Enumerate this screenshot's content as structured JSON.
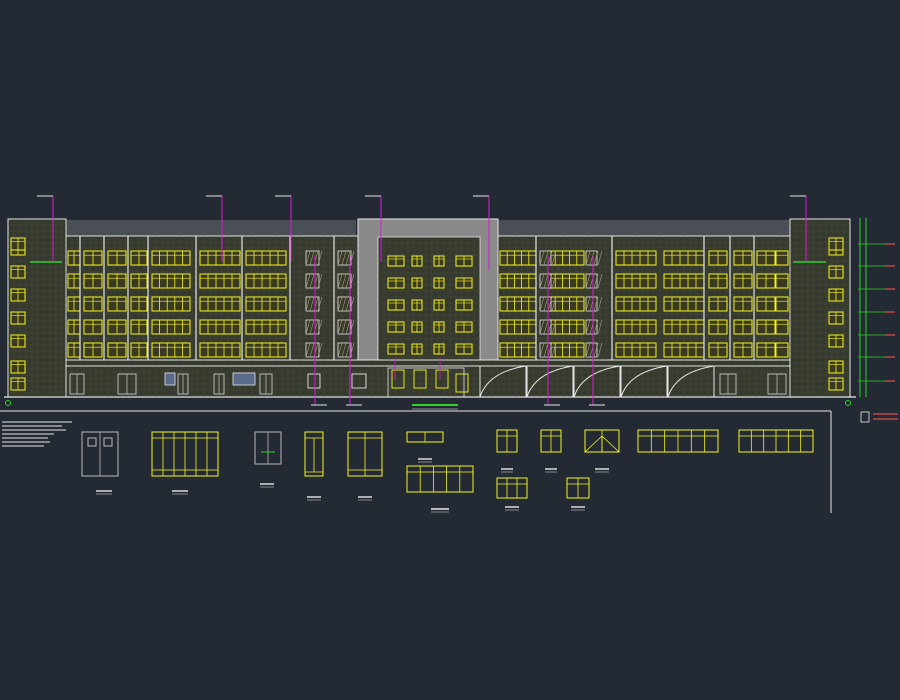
{
  "colors": {
    "background": "#242a33",
    "outline": "#e6e6e6",
    "wall": "#363a2e",
    "wall_grid": "#4a4e3f",
    "window": "#f5f51c",
    "window_fill": "#3a3a22",
    "leader": "#d81ad8",
    "roof": "#4a4e55",
    "core_band": "#8a8a8a",
    "green": "#2cd12c",
    "red_mark": "#e04a4a",
    "door": "#b8b8b8",
    "glass_hatch": "#9a9aa0"
  },
  "drawing": {
    "floors": 5,
    "left_wing_bays": 6,
    "right_wing_bays": 6,
    "ground_arches": 5,
    "leader_count": 9
  },
  "legend_items": [
    {
      "kind": "door-double"
    },
    {
      "kind": "window-wide-6"
    },
    {
      "kind": "door-glass"
    },
    {
      "kind": "window-tall-1"
    },
    {
      "kind": "window-tall-2"
    },
    {
      "kind": "window-small-strip"
    },
    {
      "kind": "window-wide-panel"
    },
    {
      "kind": "window-square"
    },
    {
      "kind": "window-square"
    },
    {
      "kind": "window-cross"
    },
    {
      "kind": "window-long-6"
    },
    {
      "kind": "window-long-6"
    },
    {
      "kind": "window-square-grid"
    },
    {
      "kind": "window-square-grid"
    }
  ]
}
